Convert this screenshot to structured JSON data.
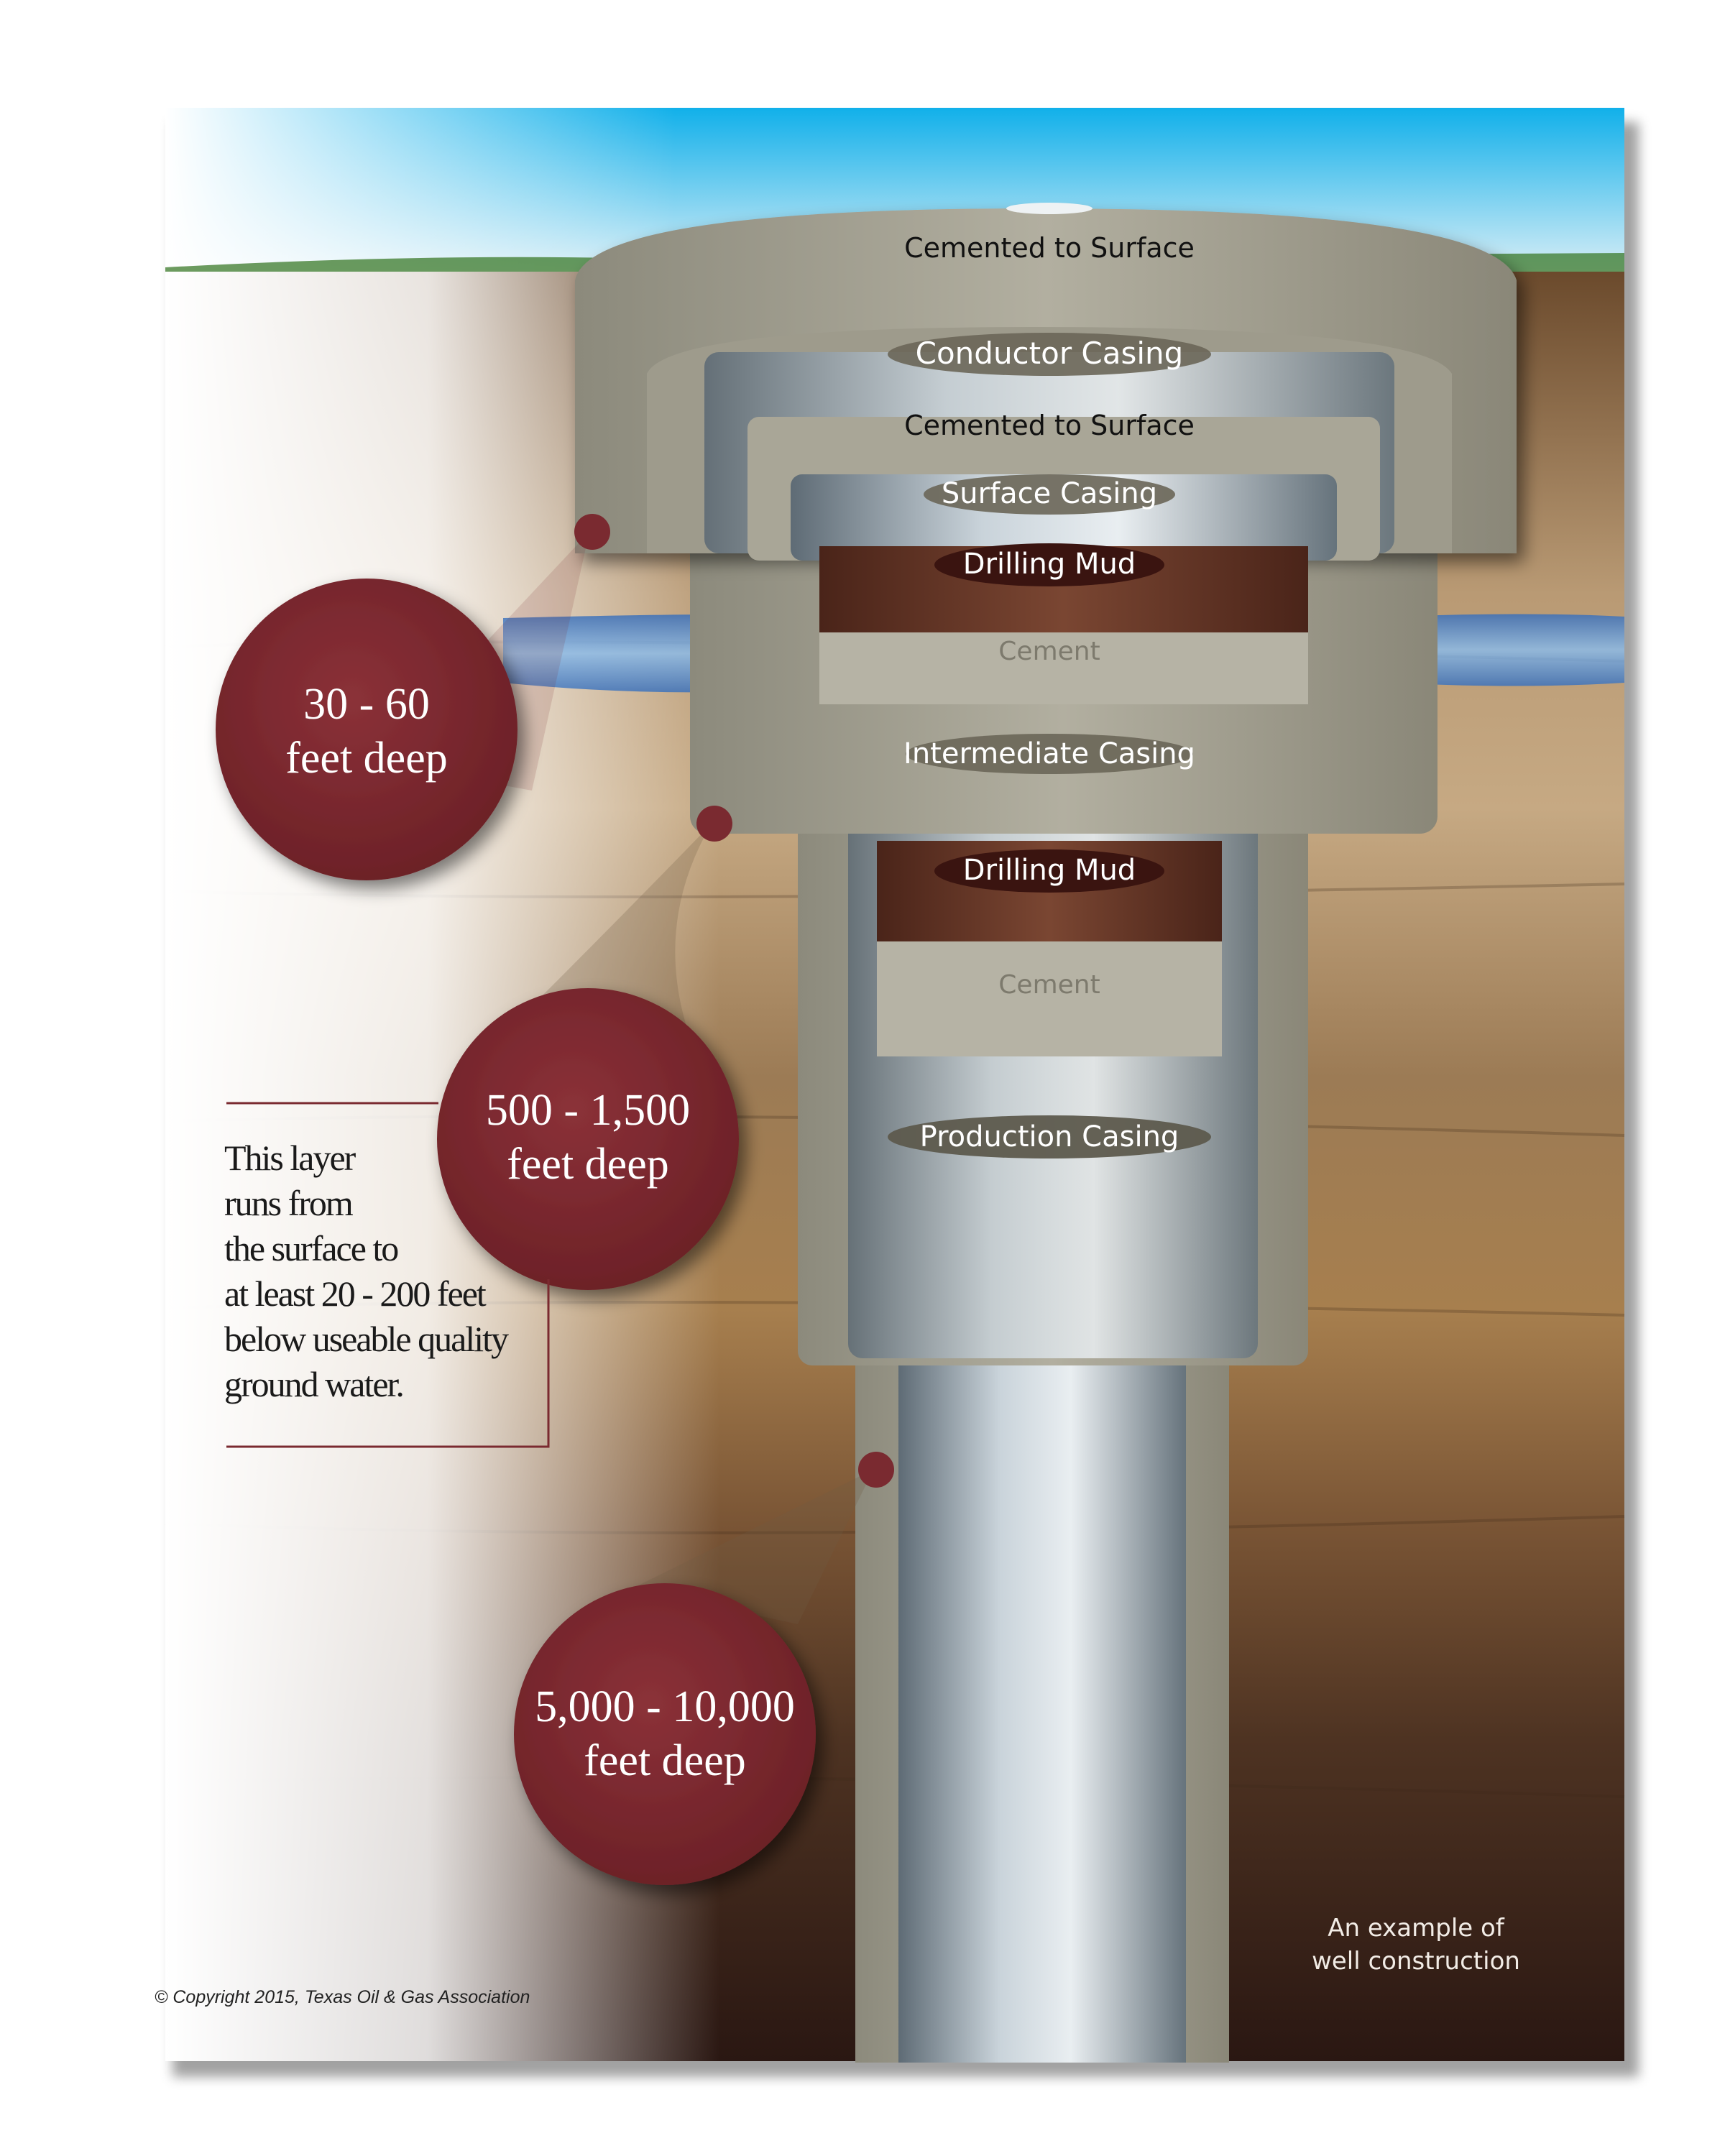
{
  "labels": {
    "cemented_top": "Cemented to Surface",
    "conductor_casing": "Conductor Casing",
    "cemented_second": "Cemented to Surface",
    "surface_casing": "Surface Casing",
    "drilling_mud_1": "Drilling Mud",
    "cement_1": "Cement",
    "intermediate_casing": "Intermediate Casing",
    "drilling_mud_2": "Drilling Mud",
    "cement_2": "Cement",
    "production_casing": "Production Casing"
  },
  "depth_bubbles": [
    {
      "line1": "30 - 60",
      "line2": "feet deep"
    },
    {
      "line1": "500 - 1,500",
      "line2": "feet deep"
    },
    {
      "line1": "5,000 - 10,000",
      "line2": "feet deep"
    }
  ],
  "note": {
    "lines": [
      "This layer",
      "runs from",
      "the surface to",
      "at least 20 - 200 feet",
      "below useable quality",
      "ground water."
    ]
  },
  "caption": {
    "line1": "An example of",
    "line2": "well construction"
  },
  "copyright": "© Copyright 2015, Texas Oil & Gas Association",
  "colors": {
    "bubble": "#7a2a30",
    "cement": "#a9a697",
    "steel": "#b8c4cc",
    "mud": "#5b2f22",
    "sky": "#1ab4ea",
    "water": "#5e98d6"
  }
}
